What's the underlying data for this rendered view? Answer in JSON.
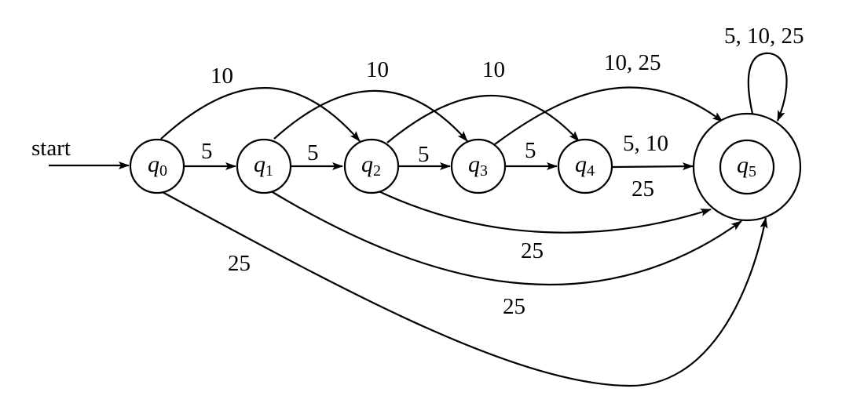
{
  "start_label": "start",
  "states": [
    {
      "id": "q0",
      "letter": "q",
      "subscript": "0",
      "accepting": false
    },
    {
      "id": "q1",
      "letter": "q",
      "subscript": "1",
      "accepting": false
    },
    {
      "id": "q2",
      "letter": "q",
      "subscript": "2",
      "accepting": false
    },
    {
      "id": "q3",
      "letter": "q",
      "subscript": "3",
      "accepting": false
    },
    {
      "id": "q4",
      "letter": "q",
      "subscript": "4",
      "accepting": false
    },
    {
      "id": "q5",
      "letter": "q",
      "subscript": "5",
      "accepting": true
    }
  ],
  "transitions": [
    {
      "from": "q0",
      "to": "q1",
      "label": "5"
    },
    {
      "from": "q1",
      "to": "q2",
      "label": "5"
    },
    {
      "from": "q2",
      "to": "q3",
      "label": "5"
    },
    {
      "from": "q3",
      "to": "q4",
      "label": "5"
    },
    {
      "from": "q4",
      "to": "q5",
      "label": "5, 10"
    },
    {
      "from": "q0",
      "to": "q2",
      "label": "10"
    },
    {
      "from": "q1",
      "to": "q3",
      "label": "10"
    },
    {
      "from": "q2",
      "to": "q4",
      "label": "10"
    },
    {
      "from": "q3",
      "to": "q5",
      "label": "10, 25"
    },
    {
      "from": "q4",
      "to": "q5",
      "label": "25"
    },
    {
      "from": "q2",
      "to": "q5",
      "label": "25"
    },
    {
      "from": "q1",
      "to": "q5",
      "label": "25"
    },
    {
      "from": "q0",
      "to": "q5",
      "label": "25"
    },
    {
      "from": "q5",
      "to": "q5",
      "label": "5, 10, 25"
    }
  ]
}
